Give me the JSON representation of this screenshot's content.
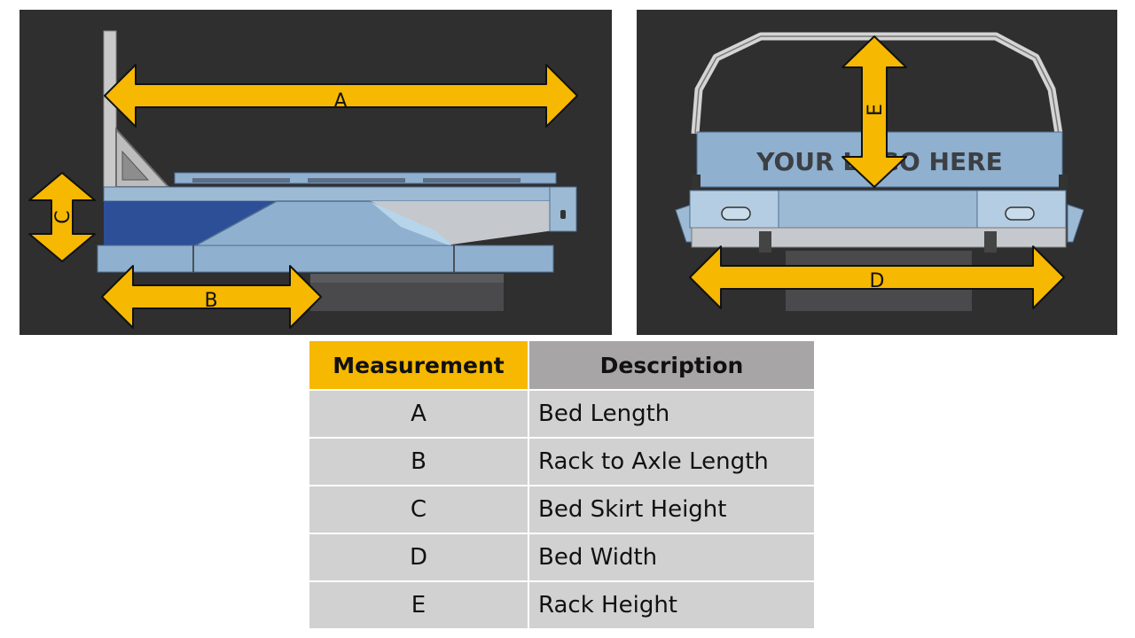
{
  "side_view": {
    "labels": {
      "A": "A",
      "B": "B",
      "C": "C"
    }
  },
  "rear_view": {
    "logo_text": "YOUR LOGO HERE",
    "labels": {
      "D": "D",
      "E": "E"
    }
  },
  "colors": {
    "arrow_fill": "#f6b800",
    "panel_bg": "#2f2f2f",
    "bed_blue": "#8fb0cf",
    "bed_dark_blue": "#2d4f98",
    "rack_gray": "#c9c9c9"
  },
  "table": {
    "headers": {
      "measurement": "Measurement",
      "description": "Description"
    },
    "rows": [
      {
        "key": "A",
        "desc": "Bed Length"
      },
      {
        "key": "B",
        "desc": "Rack to Axle Length"
      },
      {
        "key": "C",
        "desc": "Bed Skirt Height"
      },
      {
        "key": "D",
        "desc": "Bed Width"
      },
      {
        "key": "E",
        "desc": "Rack Height"
      }
    ]
  }
}
